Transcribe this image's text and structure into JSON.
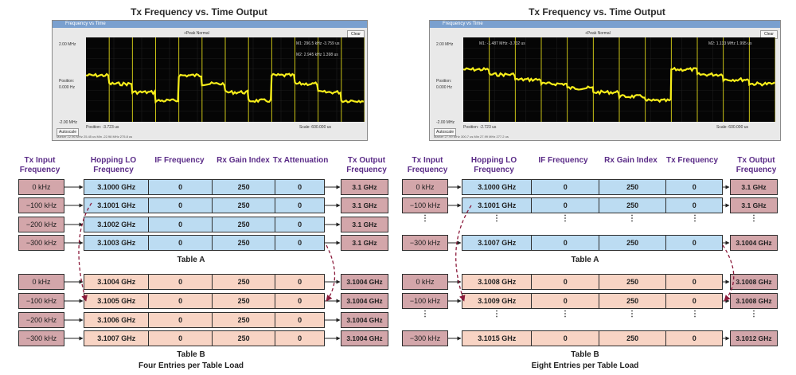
{
  "left": {
    "title": "Tx Frequency vs. Time Output",
    "shot": {
      "window_title": "Frequency vs Time",
      "clear": "Clear",
      "top_freq": "2.00 MHz",
      "bottom_freq": "-2.00 MHz",
      "position_label": "Position:",
      "position_value": "0.000 Hz",
      "trace_mode": "+Peak Normal",
      "marker_info": "M1: 296.5 kHz  -3.759 us",
      "delta_info": "M2: 2.945 kHz  1.398 us",
      "autoscale": "Autoscale",
      "footer_position": "Position: -3.723 us",
      "footer_scale": "Scale: 600.000 us",
      "footer_small": "Marker 22.96 MHz  25.45 us  Min -22.98 MHz  275.8 us"
    },
    "headers": [
      "Tx Input Frequency",
      "Hopping LO Frequency",
      "IF Frequency",
      "Rx Gain Index",
      "Tx Attenuation",
      "Tx Output Frequency"
    ],
    "table_a": {
      "caption": "Table A",
      "inputs": [
        "0 kHz",
        "−100 kHz",
        "−200 kHz",
        "−300 kHz"
      ],
      "rows": [
        [
          "3.1000 GHz",
          "0",
          "250",
          "0"
        ],
        [
          "3.1001 GHz",
          "0",
          "250",
          "0"
        ],
        [
          "3.1002 GHz",
          "0",
          "250",
          "0"
        ],
        [
          "3.1003 GHz",
          "0",
          "250",
          "0"
        ]
      ],
      "outputs": [
        "3.1 GHz",
        "3.1 GHz",
        "3.1 GHz",
        "3.1 GHz"
      ]
    },
    "table_b": {
      "caption": "Table B",
      "subcaption": "Four Entries per Table Load",
      "inputs": [
        "0 kHz",
        "−100 kHz",
        "−200 kHz",
        "−300 kHz"
      ],
      "rows": [
        [
          "3.1004 GHz",
          "0",
          "250",
          "0"
        ],
        [
          "3.1005 GHz",
          "0",
          "250",
          "0"
        ],
        [
          "3.1006 GHz",
          "0",
          "250",
          "0"
        ],
        [
          "3.1007 GHz",
          "0",
          "250",
          "0"
        ]
      ],
      "outputs": [
        "3.1004 GHz",
        "3.1004 GHz",
        "3.1004 GHz",
        "3.1004 GHz"
      ]
    }
  },
  "right": {
    "title": "Tx Frequency vs. Time Output",
    "shot": {
      "window_title": "Frequency vs Time",
      "clear": "Clear",
      "top_freq": "2.00 MHz",
      "bottom_freq": "-2.00 MHz",
      "position_label": "Position:",
      "position_value": "0.000 Hz",
      "trace_mode": "+Peak Normal",
      "marker_info": "M1: -1.487 MHz  -3.732 us",
      "delta_info": "M2: 1.133 MHz  1.995 us",
      "autoscale": "Autoscale",
      "footer_position": "Position: -2.723 us",
      "footer_scale": "Scale: 600.000 us",
      "footer_small": "Marker 27.99 MHz  300.7 us  Min 27.99 MHz  277.2 us"
    },
    "headers": [
      "Tx Input Frequency",
      "Hopping LO Frequency",
      "IF Frequency",
      "Rx Gain Index",
      "Tx Frequency",
      "Tx Output Frequency"
    ],
    "table_a": {
      "caption": "Table A",
      "inputs": [
        "0 kHz",
        "−100 kHz",
        "−300 kHz"
      ],
      "rows": [
        [
          "3.1000 GHz",
          "0",
          "250",
          "0"
        ],
        [
          "3.1001 GHz",
          "0",
          "250",
          "0"
        ],
        [
          "3.1007 GHz",
          "0",
          "250",
          "0"
        ]
      ],
      "outputs": [
        "3.1 GHz",
        "3.1 GHz",
        "3.1004 GHz"
      ]
    },
    "table_b": {
      "caption": "Table B",
      "subcaption": "Eight Entries per Table Load",
      "inputs": [
        "0 kHz",
        "−100 kHz",
        "−300 kHz"
      ],
      "rows": [
        [
          "3.1008 GHz",
          "0",
          "250",
          "0"
        ],
        [
          "3.1009 GHz",
          "0",
          "250",
          "0"
        ],
        [
          "3.1015 GHz",
          "0",
          "250",
          "0"
        ]
      ],
      "outputs": [
        "3.1008 GHz",
        "3.1008 GHz",
        "3.1012 GHz"
      ]
    },
    "ellipsis": "⋮"
  },
  "colors": {
    "header_text": "#5a2b87",
    "table_a_fill": "#bcdcf2",
    "table_b_fill": "#f8d4c4",
    "io_fill": "#d3a6aa",
    "arrow_dashed": "#8b1a3b",
    "trace": "#f5ec1a",
    "scope_bg": "#050505"
  }
}
